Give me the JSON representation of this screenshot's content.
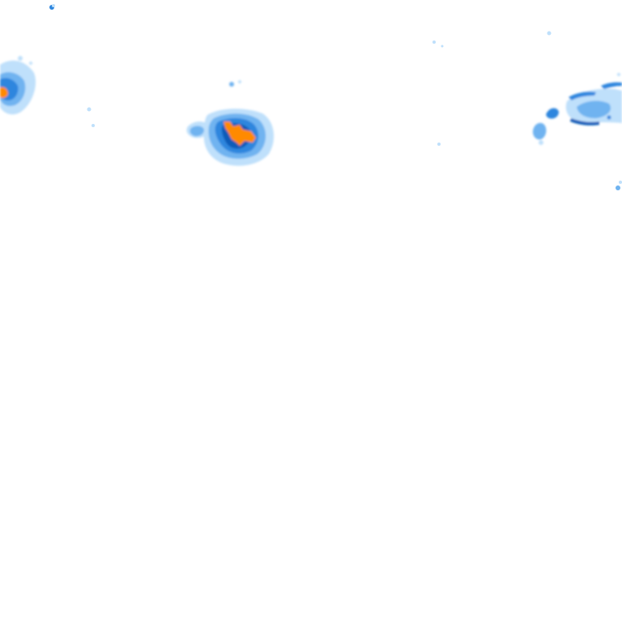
{
  "map": {
    "kind": "weather-radar-precipitation-overlay",
    "background": "transparent",
    "palette": {
      "light": "#bfe0fb",
      "medium": "#6fb3f0",
      "strong": "#2e86de",
      "heavy": "#0b5cb8",
      "extreme": "#ff8a00"
    },
    "echoes": [
      {
        "id": "echo-west-edge",
        "intensity_levels": [
          "light",
          "medium",
          "strong",
          "heavy",
          "extreme"
        ]
      },
      {
        "id": "echo-central-cell",
        "intensity_levels": [
          "light",
          "medium",
          "strong",
          "heavy",
          "extreme"
        ]
      },
      {
        "id": "echo-east-band",
        "intensity_levels": [
          "light",
          "medium",
          "strong",
          "heavy"
        ]
      },
      {
        "id": "echo-scattered-specks",
        "intensity_levels": [
          "light",
          "medium"
        ]
      }
    ]
  }
}
